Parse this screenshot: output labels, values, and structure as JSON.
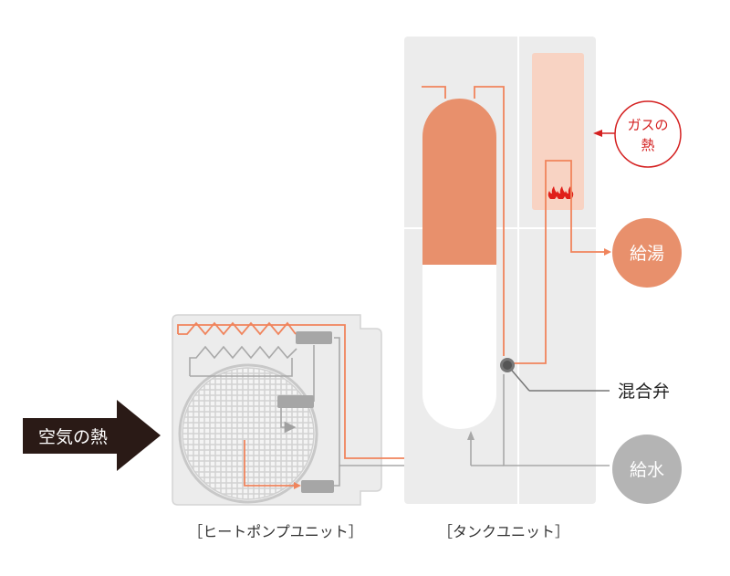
{
  "labels": {
    "air_heat": "空気の熱",
    "gas_heat_line1": "ガスの",
    "gas_heat_line2": "熱",
    "hot_water": "給湯",
    "mixing_valve": "混合弁",
    "water_supply": "給水",
    "heat_pump_unit": "［ヒートポンプユニット］",
    "tank_unit": "［タンクユニット］"
  },
  "colors": {
    "unit_fill": "#ececec",
    "unit_stroke": "#d4d4d4",
    "orange_pipe": "#f0845c",
    "tank_hot": "#e8906c",
    "gas_box": "#f8d3c3",
    "hot_water_circle": "#e8906c",
    "water_supply_circle": "#b4b4b4",
    "gas_heat_circle": "#d42020",
    "air_arrow": "#2a1a16",
    "grey_pipe": "#a0a0a0",
    "valve": "#777777",
    "flame": "#e0201a"
  },
  "icons": {
    "flame": "flame-icon",
    "fan": "fan-grille-icon",
    "valve": "mixing-valve-icon"
  }
}
